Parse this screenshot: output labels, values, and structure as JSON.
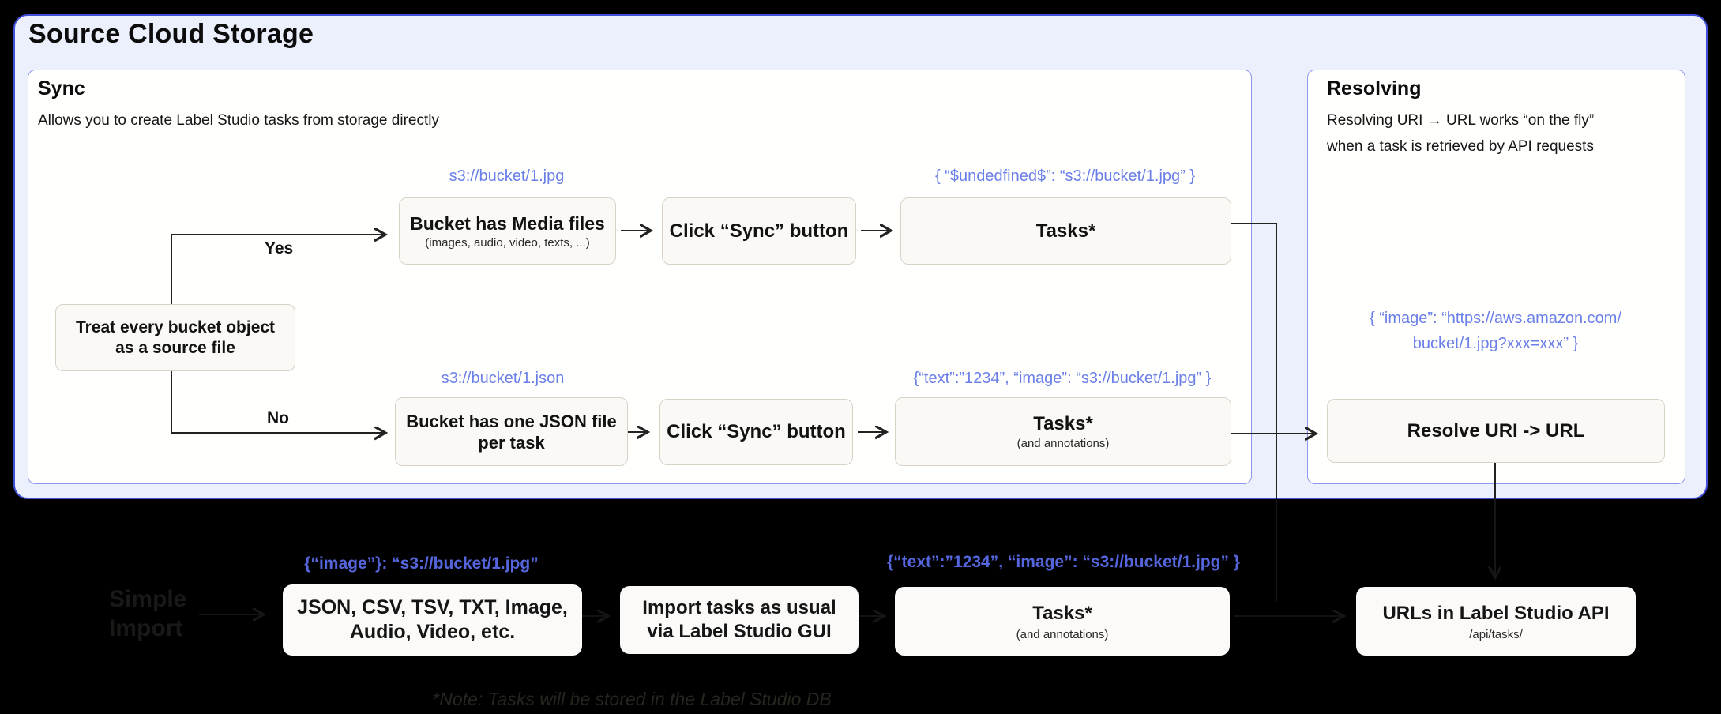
{
  "colors": {
    "page_bg": "#000000",
    "outer_panel_bg": "#ECEFFC",
    "outer_panel_border": "#4150D8",
    "inner_panel_border": "#8A97ED",
    "flow_box_bg": "#FAF9F6",
    "flow_box_border": "#D8D2C7",
    "json_blue": "#6B7FE8",
    "json_blue_bold": "#5566DD",
    "connector": "#222222"
  },
  "header": {
    "title": "Source Cloud Storage"
  },
  "sync": {
    "title": "Sync",
    "subtitle": "Allows you to create Label Studio tasks from storage directly",
    "decision": "Treat every bucket object as a source file",
    "yes": "Yes",
    "no": "No",
    "top": {
      "uri": "s3://bucket/1.jpg",
      "bucket_title": "Bucket has Media files",
      "bucket_sub": "(images, audio, video, texts, ...)",
      "sync_btn": "Click “Sync” button",
      "tasks_json": "{ “$undedfined$”: “s3://bucket/1.jpg” }",
      "tasks_title": "Tasks*"
    },
    "bottom": {
      "uri": "s3://bucket/1.json",
      "bucket_title": "Bucket has one JSON file per task",
      "sync_btn": "Click “Sync” button",
      "tasks_json": "{“text”:”1234”,  “image”: “s3://bucket/1.jpg” }",
      "tasks_title": "Tasks*",
      "tasks_sub": "(and annotations)"
    }
  },
  "resolving": {
    "title": "Resolving",
    "desc": [
      "Resolving URI → URL works “on the fly”",
      "when a task is retrieved by API requests"
    ],
    "json": [
      "{ “image”: “https://aws.amazon.com/",
      "bucket/1.jpg?xxx=xxx” }"
    ],
    "resolve_btn": "Resolve URI -> URL"
  },
  "import_row": {
    "simple_import": [
      "Simple",
      "Import"
    ],
    "formats_json": "{“image”}: “s3://bucket/1.jpg”",
    "formats_box": "JSON, CSV, TSV, TXT, Image, Audio, Video, etc.",
    "gui_box": "Import tasks as usual via Label Studio GUI",
    "tasks_json": "{“text”:”1234”,  “image”: “s3://bucket/1.jpg” }",
    "tasks_title": "Tasks*",
    "tasks_sub": "(and annotations)",
    "api_title": "URLs in Label Studio API",
    "api_sub": "/api/tasks/",
    "note": "*Note: Tasks will be stored in the Label Studio DB"
  }
}
